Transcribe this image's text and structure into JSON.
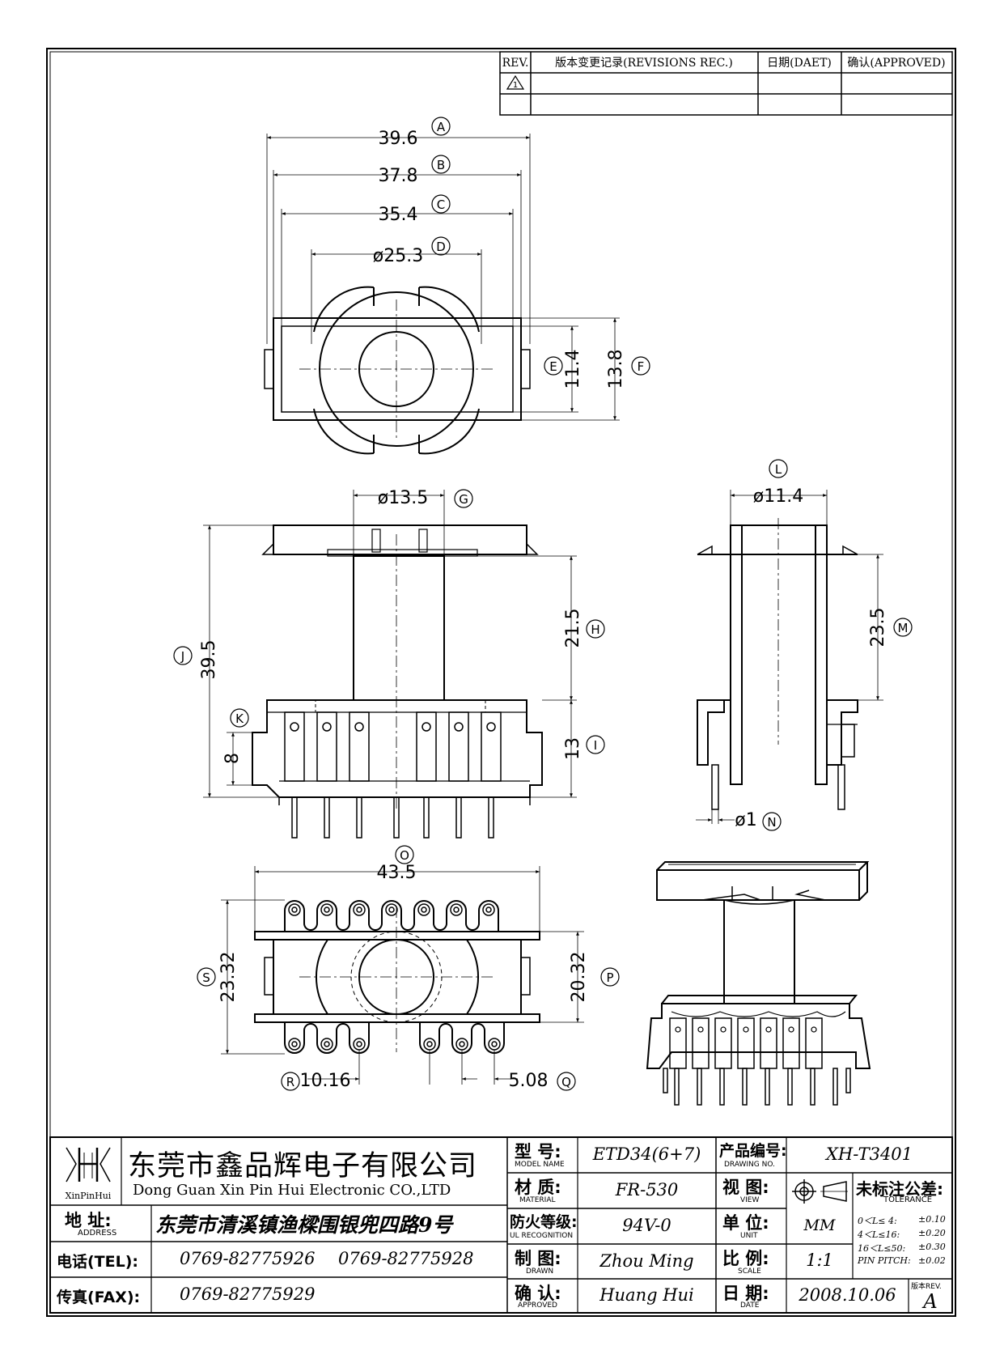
{
  "revision_table": {
    "headers": [
      "REV.",
      "版本变更记录(REVISIONS REC.)",
      "日期(DAET)",
      "确认(APPROVED)"
    ],
    "rows": [
      {
        "rev": "1",
        "record": "",
        "date": "",
        "approved": ""
      }
    ]
  },
  "dimensions": {
    "A": "39.6",
    "B": "37.8",
    "C": "35.4",
    "D": "ø25.3",
    "E": "11.4",
    "F": "13.8",
    "G": "ø13.5",
    "H": "21.5",
    "I": "13",
    "J": "39.5",
    "K": "8",
    "L": "ø11.4",
    "M": "23.5",
    "N": "ø1",
    "O": "43.5",
    "P": "20.32",
    "Q": "5.08",
    "R": "10.16",
    "S": "23.32"
  },
  "company": {
    "logo_text": "XinPinHui",
    "name_cn": "东莞市鑫品辉电子有限公司",
    "name_en": "Dong Guan Xin Pin Hui Electronic CO.,LTD",
    "address_label": "地  址:",
    "address_label_en": "ADDRESS",
    "address": "东莞市清溪镇渔樑围银兜四路9号",
    "tel_label": "电话(TEL):",
    "tel_1": "0769-82775926",
    "tel_2": "0769-82775928",
    "fax_label": "传真(FAX):",
    "fax": "0769-82775929"
  },
  "title_block": {
    "model_label": "型  号:",
    "model_label_en": "MODEL NAME",
    "model": "ETD34(6+7)",
    "material_label": "材  质:",
    "material_label_en": "MATERIAL",
    "material": "FR-530",
    "ul_label": "防火等级:",
    "ul_label_en": "UL RECOGNITION",
    "ul": "94V-0",
    "drawn_label": "制  图:",
    "drawn_label_en": "DRAWN",
    "drawn": "Zhou Ming",
    "approved_label": "确  认:",
    "approved_label_en": "APPROVED",
    "approved": "Huang Hui",
    "drawing_no_label": "产品编号:",
    "drawing_no_label_en": "DRAWING NO.",
    "drawing_no": "XH-T3401",
    "view_label": "视  图:",
    "view_label_en": "VIEW",
    "unit_label": "单  位:",
    "unit_label_en": "UNIT",
    "unit": "MM",
    "scale_label": "比  例:",
    "scale_label_en": "SCALE",
    "scale": "1:1",
    "date_label": "日  期:",
    "date_label_en": "DATE",
    "date": "2008.10.06",
    "tolerance_label": "未标注公差:",
    "tolerance_label_en": "TOLERANCE",
    "tolerances": [
      {
        "range": "0＜L≤ 4:",
        "value": "±0.10"
      },
      {
        "range": "4＜L≤16:",
        "value": "±0.20"
      },
      {
        "range": "16＜L≤50:",
        "value": "±0.30"
      },
      {
        "range": "PIN PITCH:",
        "value": "±0.02"
      }
    ],
    "rev_label": "版本REV.",
    "rev": "A"
  }
}
